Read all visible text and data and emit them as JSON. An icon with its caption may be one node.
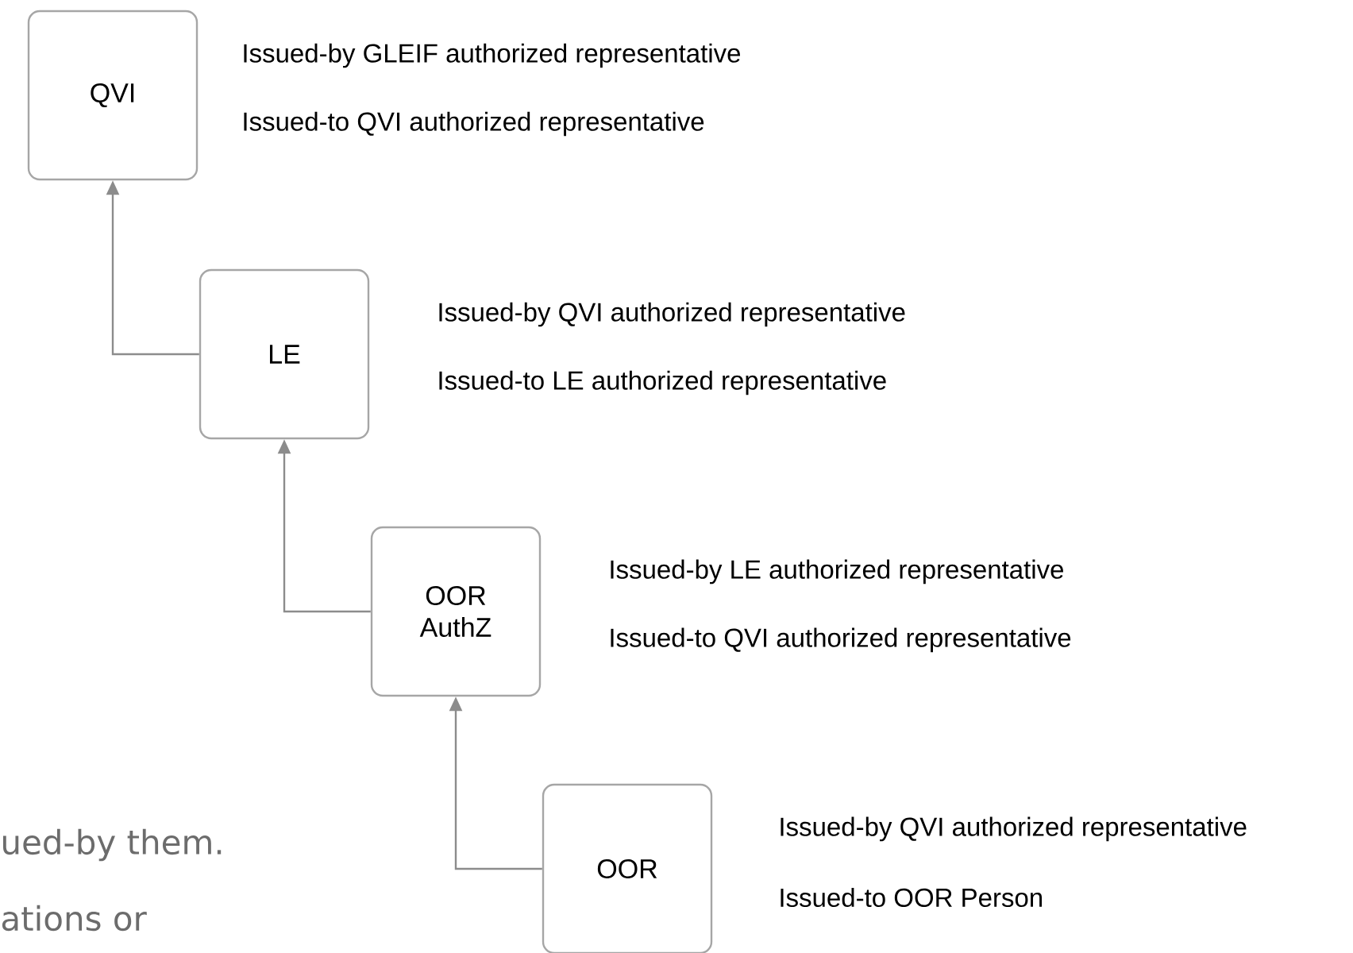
{
  "diagram": {
    "nodes": [
      {
        "text": [
          "QVI"
        ],
        "beside": [
          "Issued-by GLEIF authorized representative",
          "Issued-to QVI authorized representative"
        ]
      },
      {
        "text": [
          "LE"
        ],
        "beside": [
          "Issued-by QVI authorized representative",
          "Issued-to LE authorized representative"
        ]
      },
      {
        "text": [
          "OOR AuthZ"
        ],
        "beside": [
          "Issued-by LE authorized representative",
          "Issued-to QVI authorized representative"
        ]
      },
      {
        "text": [
          "OOR"
        ],
        "beside": [
          "Issued-by QVI authorized representative",
          "Issued-to OOR Person"
        ]
      }
    ],
    "edges": [
      {
        "from": 1,
        "to": 0,
        "arrow": "to"
      },
      {
        "from": 2,
        "to": 1,
        "arrow": "to"
      },
      {
        "from": 3,
        "to": 2,
        "arrow": "to"
      }
    ],
    "labels": [
      "ued-by them.",
      "ations or"
    ]
  }
}
